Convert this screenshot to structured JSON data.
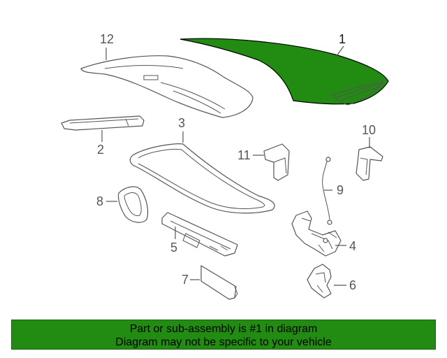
{
  "colors": {
    "highlight": "#228b12",
    "banner_bg": "#228b12",
    "line": "#555555",
    "banner_text": "#000000"
  },
  "callouts": {
    "c1": "1",
    "c2": "2",
    "c3": "3",
    "c4": "4",
    "c5": "5",
    "c6": "6",
    "c7": "7",
    "c8": "8",
    "c9": "9",
    "c10": "10",
    "c11": "11",
    "c12": "12"
  },
  "banner": {
    "line1": "Part or sub-assembly is #1 in diagram",
    "line2": "Diagram may not be specific to your vehicle"
  }
}
